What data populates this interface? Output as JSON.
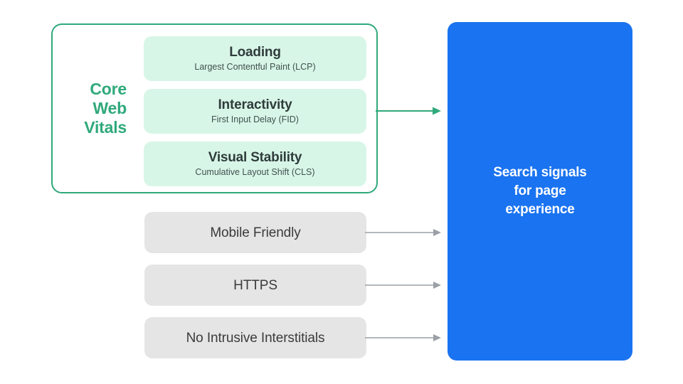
{
  "diagram": {
    "title": "Search signals for page experience",
    "colors": {
      "accent_green": "#2FA97B",
      "card_green": "#D8F6E7",
      "card_grey": "#E5E5E5",
      "destination_blue": "#1A73F0",
      "arrow_grey": "#9AA0A6",
      "text_dark": "#2F3C3C",
      "background": "#FFFFFF"
    },
    "core_web_vitals": {
      "group_label": "Core\nWeb\nVitals",
      "metrics": [
        {
          "title": "Loading",
          "subtitle": "Largest Contentful Paint (LCP)"
        },
        {
          "title": "Interactivity",
          "subtitle": "First Input Delay (FID)"
        },
        {
          "title": "Visual Stability",
          "subtitle": "Cumulative Layout Shift (CLS)"
        }
      ]
    },
    "other_signals": [
      {
        "label": "Mobile Friendly"
      },
      {
        "label": "HTTPS"
      },
      {
        "label": "No Intrusive Interstitials"
      }
    ],
    "destination": {
      "label": "Search signals\nfor page\nexperience"
    },
    "connectors": [
      {
        "name": "core-web-vitals-arrow",
        "color": "#2FA97B"
      },
      {
        "name": "mobile-friendly-arrow",
        "color": "#9AA0A6"
      },
      {
        "name": "https-arrow",
        "color": "#9AA0A6"
      },
      {
        "name": "no-intrusive-interstitials-arrow",
        "color": "#9AA0A6"
      }
    ]
  }
}
